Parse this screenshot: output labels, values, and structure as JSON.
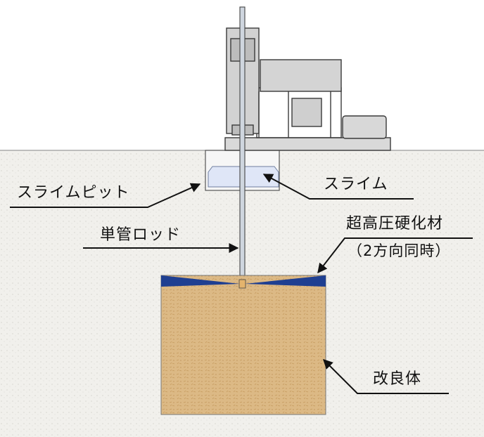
{
  "labels": {
    "slime_pit": "スライムピット",
    "slime": "スライム",
    "single_rod": "単管ロッド",
    "hardener": "超高圧硬化材",
    "hardener_note": "（2方向同時）",
    "improved_body": "改良体"
  },
  "colors": {
    "ground": "#f1f0ec",
    "pit_fill": "#dfe6f7",
    "hardener_jet": "#1f3f91",
    "improved_body": "#dcb985",
    "machine_line": "#3a3a3a",
    "leader": "#111111"
  }
}
